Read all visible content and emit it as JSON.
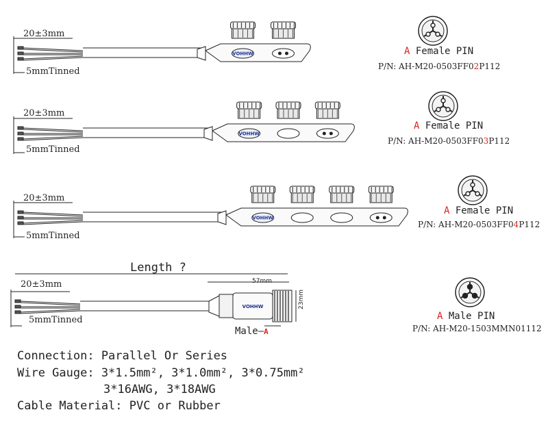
{
  "cable_dims": {
    "strip_length": "20±3mm",
    "tinned": "5mmTinned"
  },
  "variants": [
    {
      "pin_letter": "A",
      "pin_text": " Female PIN",
      "pn_prefix": "P/N: AH-M20-0503FF0",
      "pn_highlight": "2",
      "pn_suffix": "P112"
    },
    {
      "pin_letter": "A",
      "pin_text": " Female PIN",
      "pn_prefix": "P/N: AH-M20-0503FF0",
      "pn_highlight": "3",
      "pn_suffix": "P112"
    },
    {
      "pin_letter": "A",
      "pin_text": " Female PIN",
      "pn_prefix": "P/N: AH-M20-0503FF0",
      "pn_highlight": "4",
      "pn_suffix": "P112"
    },
    {
      "pin_letter": "A",
      "pin_text": " Male PIN",
      "pn_prefix": "P/N: AH-M20-1503MMN01112",
      "pn_highlight": "",
      "pn_suffix": ""
    }
  ],
  "male_connector": {
    "length_label": "Length ?",
    "body_length": "57mm",
    "diameter": "23mm",
    "callout_text": "Male—",
    "callout_letter": "A"
  },
  "brand_logo": "VOHHW",
  "specs": {
    "connection": "Connection: Parallel Or Series",
    "wire_gauge": "Wire Gauge: 3*1.5mm², 3*1.0mm², 3*0.75mm²",
    "awg": "3*16AWG, 3*18AWG",
    "material": "Cable Material: PVC or Rubber"
  },
  "colors": {
    "accent": "#e0211b",
    "line": "#222222",
    "logo": "#1b2f8a"
  }
}
